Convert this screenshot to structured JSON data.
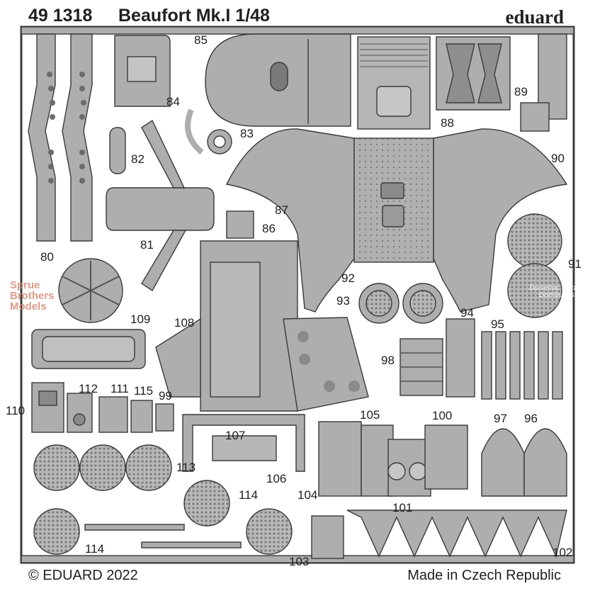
{
  "header": {
    "product_code": "49 1318",
    "title": "Beaufort Mk.I 1/48",
    "brand": "eduard"
  },
  "footer": {
    "copyright": "© EDUARD 2022",
    "origin": "Made in Czech Republic"
  },
  "part_numbers": {
    "p80": "80",
    "p81": "81",
    "p82": "82",
    "p83": "83",
    "p84": "84",
    "p85": "85",
    "p86": "86",
    "p87": "87",
    "p88": "88",
    "p89": "89",
    "p90": "90",
    "p91": "91",
    "p92": "92",
    "p93": "93",
    "p94": "94",
    "p95": "95",
    "p96": "96",
    "p97": "97",
    "p98": "98",
    "p99": "99",
    "p100": "100",
    "p101": "101",
    "p102": "102",
    "p103": "103",
    "p104": "104",
    "p105": "105",
    "p106": "106",
    "p107": "107",
    "p108": "108",
    "p109": "109",
    "p110": "110",
    "p111": "111",
    "p112": "112",
    "p113": "113",
    "p114a": "114",
    "p114b": "114",
    "p115": "115"
  },
  "watermarks": {
    "left": "Sprue Brothers Models",
    "right": "Dorsetrac Models Distributors"
  },
  "colors": {
    "fret": "#aeaeae",
    "part_outline": "#3a3a3a",
    "text": "#202020",
    "background": "#ffffff"
  }
}
